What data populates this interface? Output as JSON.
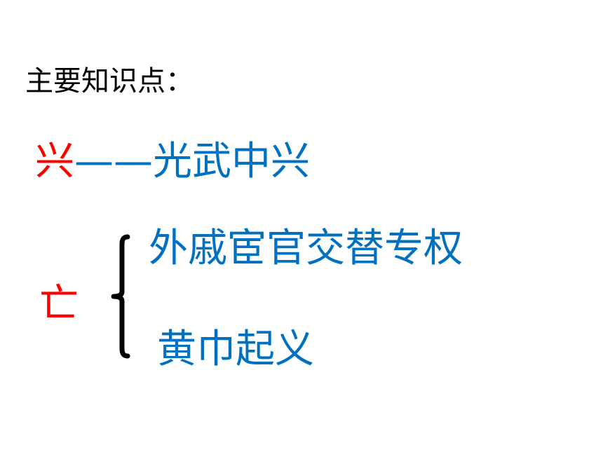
{
  "heading": "主要知识点：",
  "rise": {
    "char": "兴",
    "dash": "——",
    "text": "光武中兴"
  },
  "fall": {
    "char": "亡",
    "causes": [
      "外戚宦官交替专权",
      "黄巾起义"
    ]
  },
  "colors": {
    "red": "#ff0000",
    "blue": "#0070c0",
    "black": "#000000"
  }
}
